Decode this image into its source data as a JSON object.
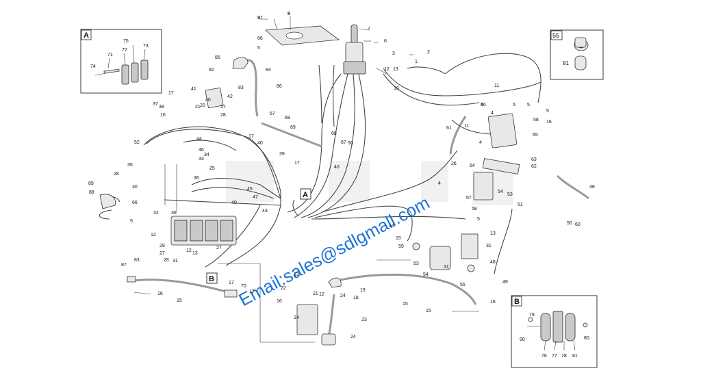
{
  "watermark": {
    "brand": "",
    "email": "Email:sales@sdlgmall.com"
  },
  "insets": {
    "A": {
      "label": "A",
      "callouts": [
        "74",
        "71",
        "72",
        "75",
        "73"
      ]
    },
    "B": {
      "label": "B",
      "callouts": [
        "79",
        "90",
        "76",
        "77",
        "78",
        "81",
        "80"
      ]
    },
    "K55": {
      "label": "55",
      "callouts": [
        "91"
      ]
    }
  },
  "section_markers": [
    "A",
    "B"
  ],
  "callouts": [
    "9",
    "8",
    "7",
    "6",
    "66",
    "5",
    "85",
    "82",
    "84",
    "86",
    "83",
    "41",
    "17",
    "37",
    "38",
    "16",
    "21",
    "20",
    "42",
    "27",
    "28",
    "40",
    "67",
    "68",
    "69",
    "17",
    "40",
    "39",
    "17",
    "40",
    "56",
    "68",
    "67",
    "3",
    "2",
    "1",
    "12",
    "13",
    "4",
    "10",
    "11",
    "66",
    "4",
    "5",
    "5",
    "58",
    "11",
    "5",
    "61",
    "65",
    "4",
    "63",
    "62",
    "64",
    "54",
    "57",
    "53",
    "58",
    "51",
    "52",
    "44",
    "46",
    "34",
    "33",
    "35",
    "36",
    "25",
    "45",
    "47",
    "43",
    "40",
    "36",
    "12",
    "29",
    "27",
    "28",
    "31",
    "12",
    "13",
    "27",
    "28",
    "30",
    "89",
    "88",
    "66",
    "5",
    "87",
    "83",
    "16",
    "15",
    "17",
    "70",
    "17",
    "15",
    "16",
    "14",
    "22",
    "21",
    "23",
    "24",
    "19",
    "18",
    "15",
    "16",
    "14",
    "15",
    "59",
    "53",
    "54",
    "31",
    "55",
    "13",
    "31",
    "48",
    "49",
    "48",
    "50",
    "60",
    "5",
    "4",
    "32",
    "12",
    "26",
    "24",
    "13",
    "16",
    "17",
    "5"
  ]
}
